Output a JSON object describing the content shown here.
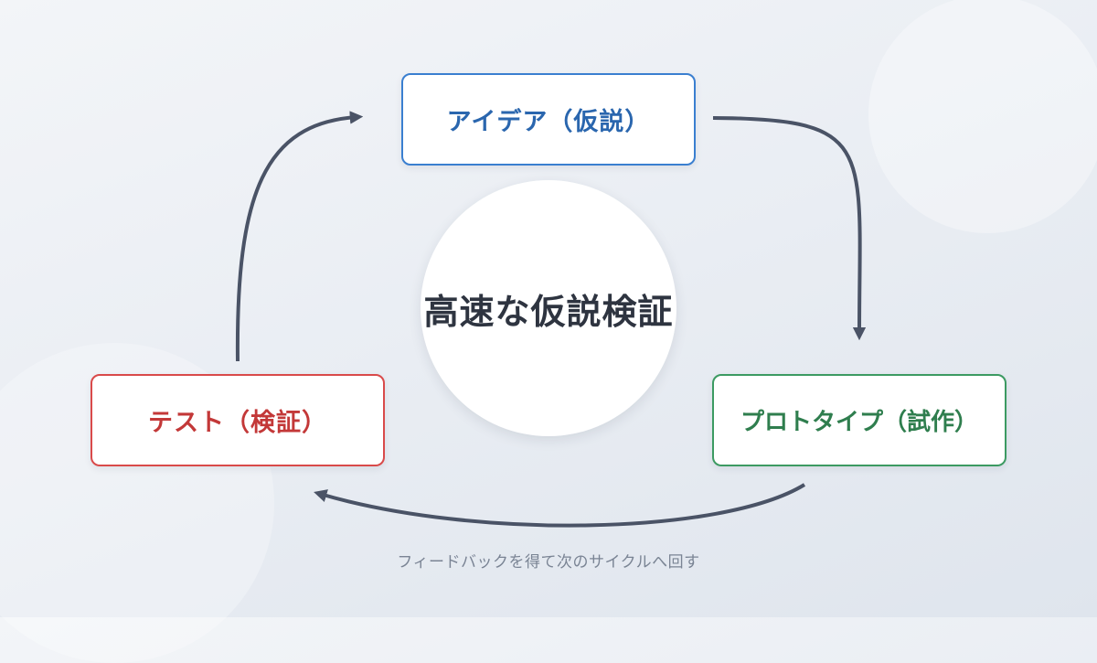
{
  "center": {
    "title": "高速な仮説検証"
  },
  "stages": {
    "idea": "アイデア（仮説）",
    "prototype": "プロトタイプ（試作）",
    "test": "テスト（検証）"
  },
  "caption": "フィードバックを得て次のサイクルへ回す",
  "colors": {
    "idea": "#3a7fd0",
    "prototype": "#3c9a62",
    "test": "#d94a4a",
    "arrow": "#4a5366"
  }
}
